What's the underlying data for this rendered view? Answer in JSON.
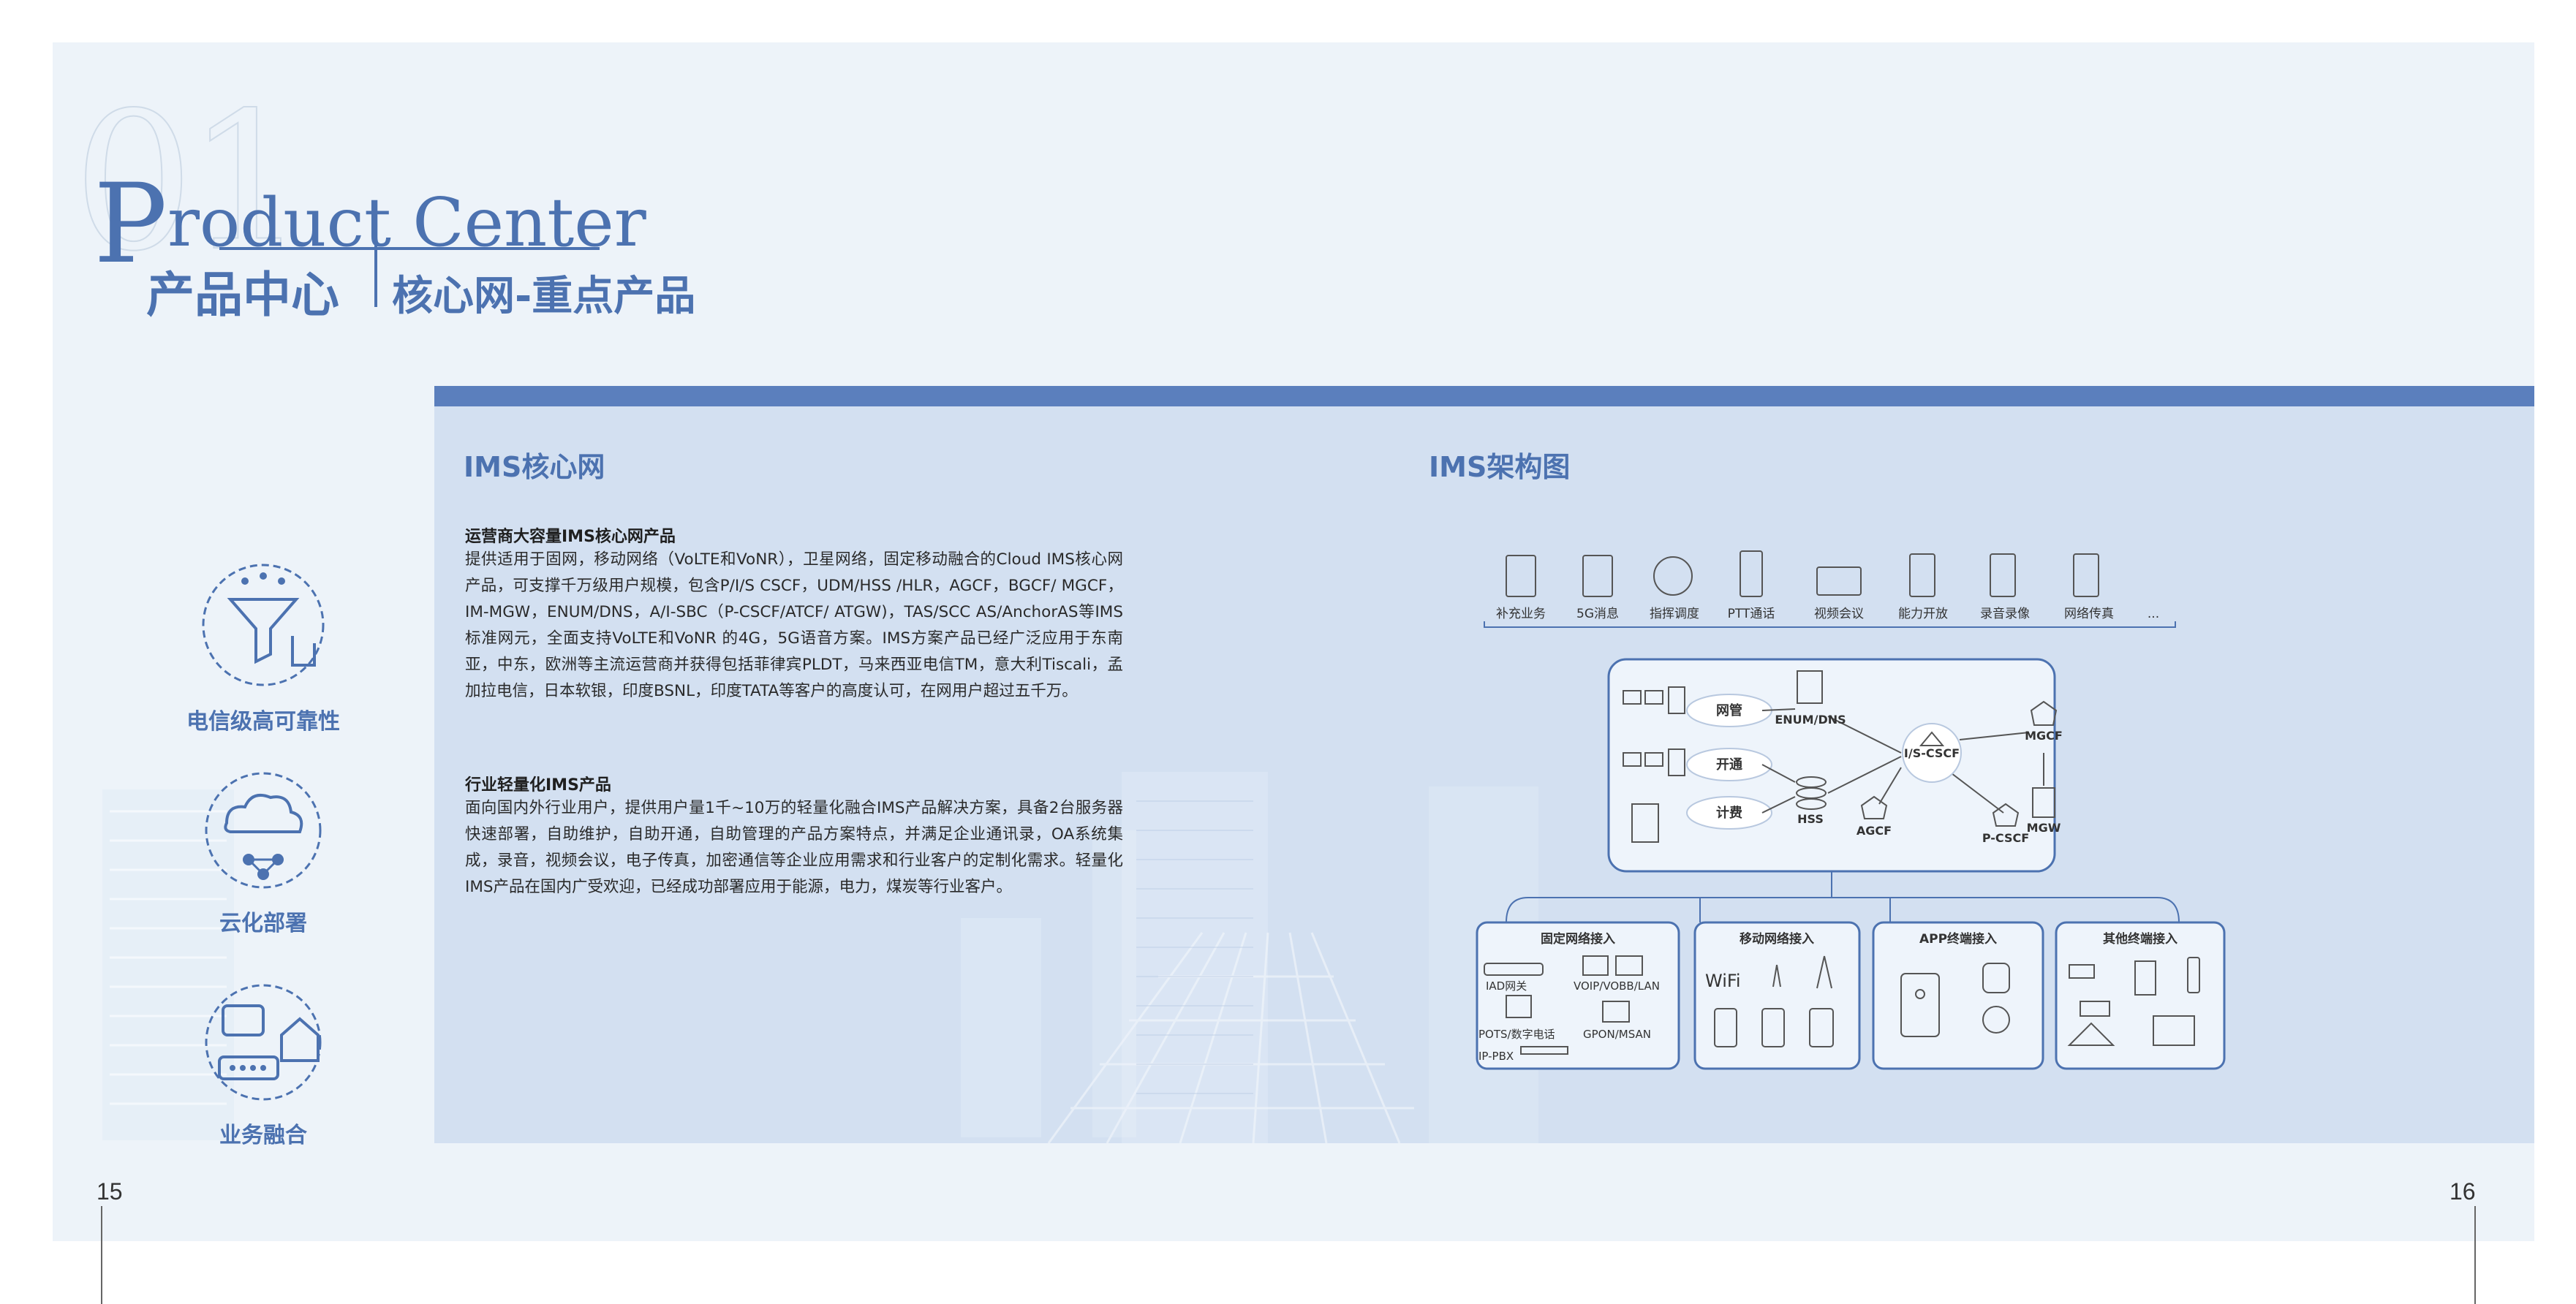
{
  "header": {
    "big_number": "01",
    "title_en_cap": "P",
    "title_en_rest": "roduct Center",
    "title_cn": "产品中心",
    "title_sub": "核心网-重点产品"
  },
  "features": [
    {
      "label": "电信级高可靠性",
      "icon": "filter-hand-icon"
    },
    {
      "label": "云化部署",
      "icon": "cloud-network-icon"
    },
    {
      "label": "业务融合",
      "icon": "router-home-icon"
    }
  ],
  "left_section": {
    "heading": "IMS核心网",
    "blocks": [
      {
        "title": "运营商大容量IMS核心网产品",
        "body": "提供适用于固网，移动网络（VoLTE和VoNR），卫星网络，固定移动融合的Cloud IMS核心网产品，可支撑千万级用户规模，包含P/I/S CSCF，UDM/HSS /HLR，AGCF，BGCF/ MGCF，IM-MGW，ENUM/DNS，A/I-SBC（P-CSCF/ATCF/ ATGW)，TAS/SCC AS/AnchorAS等IMS标准网元，全面支持VoLTE和VoNR 的4G，5G语音方案。IMS方案产品已经广泛应用于东南亚，中东，欧洲等主流运营商并获得包括菲律宾PLDT，马来西亚电信TM，意大利Tiscali，孟加拉电信，日本软银，印度BSNL，印度TATA等客户的高度认可，在网用户超过五千万。"
      },
      {
        "title": "行业轻量化IMS产品",
        "body": "面向国内外行业用户，提供用户量1千~10万的轻量化融合IMS产品解决方案，具备2台服务器快速部署，自助维护，自助开通，自助管理的产品方案特点，并满足企业通讯录，OA系统集成，录音，视频会议，电子传真，加密通信等企业应用需求和行业客户的定制化需求。轻量化IMS产品在国内广受欢迎，已经成功部署应用于能源，电力，煤炭等行业客户。"
      }
    ]
  },
  "right_section": {
    "heading": "IMS架构图",
    "top_services": [
      "补充业务",
      "5G消息",
      "指挥调度",
      "PTT通话",
      "视频会议",
      "能力开放",
      "录音录像",
      "网络传真",
      "..."
    ],
    "core": {
      "clouds": [
        "网管",
        "开通",
        "计费"
      ],
      "nodes": [
        "ENUM/DNS",
        "HSS",
        "I/S-CSCF",
        "MGCF",
        "MGW",
        "AGCF",
        "P-CSCF"
      ]
    },
    "access_groups": [
      {
        "title": "固定网络接入",
        "items": [
          "IAD网关",
          "VOIP/VOBB/LAN",
          "POTS/数字电话",
          "GPON/MSAN",
          "IP-PBX"
        ]
      },
      {
        "title": "移动网络接入",
        "items": [
          "WiFi"
        ]
      },
      {
        "title": "APP终端接入",
        "items": []
      },
      {
        "title": "其他终端接入",
        "items": []
      }
    ]
  },
  "pages": {
    "left": "15",
    "right": "16"
  },
  "colors": {
    "accent": "#4c72b0",
    "bar": "#5b7fbd",
    "panel": "#d3e0f1",
    "page": "#edf3f9"
  }
}
